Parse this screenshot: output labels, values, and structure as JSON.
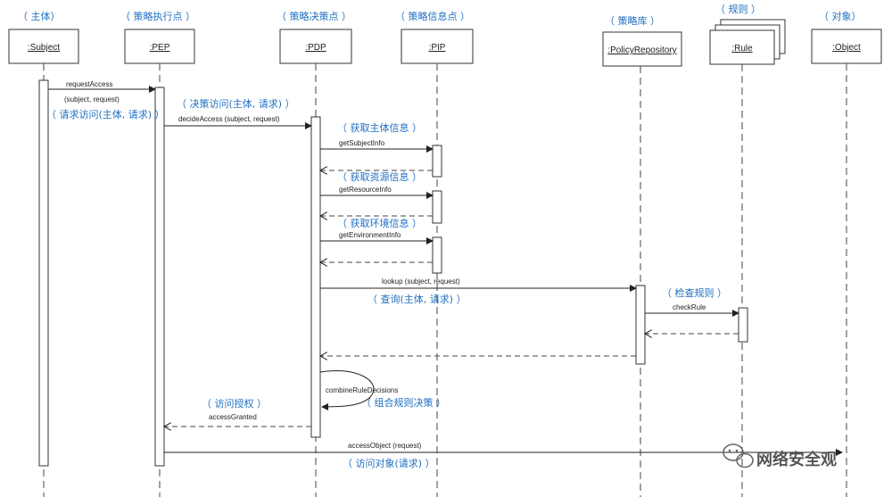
{
  "participants": [
    {
      "id": "subject",
      "cn": "（ 主体）",
      "label": ":Subject"
    },
    {
      "id": "pep",
      "cn": "（ 策略执行点 ）",
      "label": ":PEP"
    },
    {
      "id": "pdp",
      "cn": "（ 策略决策点 ）",
      "label": ":PDP"
    },
    {
      "id": "pip",
      "cn": "（ 策略信息点 ）",
      "label": ":PIP"
    },
    {
      "id": "repo",
      "cn": "（ 策略库 ）",
      "label": ":PolicyRepository"
    },
    {
      "id": "rule",
      "cn": "（ 规则 ）",
      "label": ":Rule"
    },
    {
      "id": "object",
      "cn": "（ 对象）",
      "label": ":Object"
    }
  ],
  "messages": {
    "request_access": "requestAccess",
    "request_access_args": "(subject, request)",
    "request_access_cn": "（ 请求访问(主体, 请求) ）",
    "decide_access_cn": "（ 决策访问(主体, 请求) ）",
    "decide_access": "decideAccess (subject, request)",
    "get_subject_info_cn": "（ 获取主体信息 ）",
    "get_subject_info": "getSubjectInfo",
    "get_resource_info_cn": "（ 获取资源信息 ）",
    "get_resource_info": "getResourceInfo",
    "get_env_info_cn": "（ 获取环境信息 ）",
    "get_env_info": "getEnvironmentInfo",
    "lookup": "lookup (subject, request)",
    "lookup_cn": "（ 查询(主体, 请求) ）",
    "check_rule_cn": "（ 检查规则 ）",
    "check_rule": "checkRule",
    "combine": "combineRuleDecisions",
    "combine_cn": "（ 组合规则决策 ）",
    "access_granted_cn": "（ 访问授权 ）",
    "access_granted": "accessGranted",
    "access_object": "accessObject (request)",
    "access_object_cn": "（ 访问对象(请求) ）"
  },
  "watermark": "网络安全观",
  "colors": {
    "annotation": "#1f6fc0",
    "line": "#222222"
  }
}
